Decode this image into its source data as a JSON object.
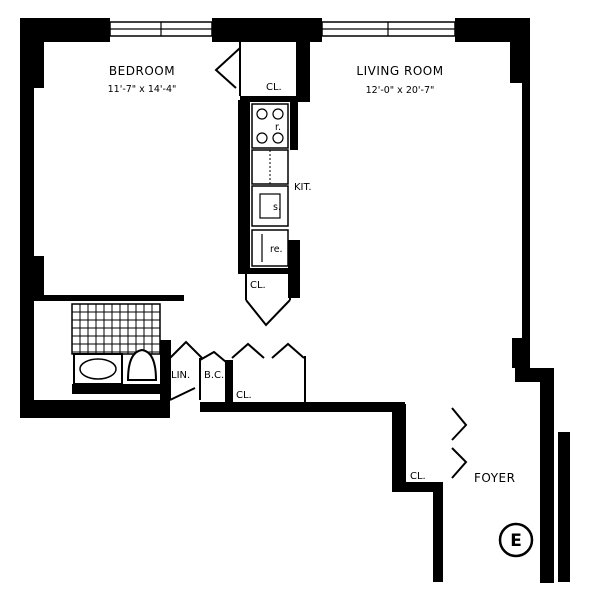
{
  "rooms": {
    "bedroom": {
      "name": "BEDROOM",
      "dims": "11'-7\" x 14'-4\""
    },
    "living": {
      "name": "LIVING ROOM",
      "dims": "12'-0\" x 20'-7\""
    },
    "kitchen": {
      "name": "KIT."
    },
    "foyer": {
      "name": "FOYER"
    }
  },
  "closets": {
    "bedroom_closet": "CL.",
    "kitchen_closet": "CL.",
    "hall_closet": "CL.",
    "foyer_closet": "CL.",
    "linen": "LIN.",
    "broom_closet": "B.C."
  },
  "fixtures": {
    "range_mark": "r.",
    "sink_mark": "s.",
    "fridge_mark": "re."
  },
  "badge": {
    "letter": "E"
  }
}
